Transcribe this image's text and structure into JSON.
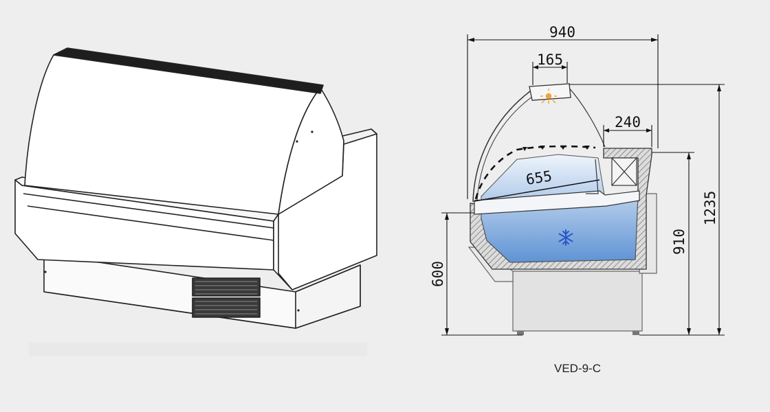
{
  "model_label": "VED-9-C",
  "dimensions": {
    "overall_depth": "940",
    "lamp_width": "165",
    "rear_shelf_depth": "240",
    "display_depth": "655",
    "front_height": "600",
    "body_height": "910",
    "overall_height": "1235"
  },
  "icons": {
    "lamp": "light-icon",
    "cold": "snowflake-icon"
  },
  "colors": {
    "background": "#eeeeee",
    "cold_zone_top": "#eef4fb",
    "cold_zone_bottom": "#5f93d4",
    "lamp": "#f2a23a",
    "snowflake": "#2a56c6"
  }
}
